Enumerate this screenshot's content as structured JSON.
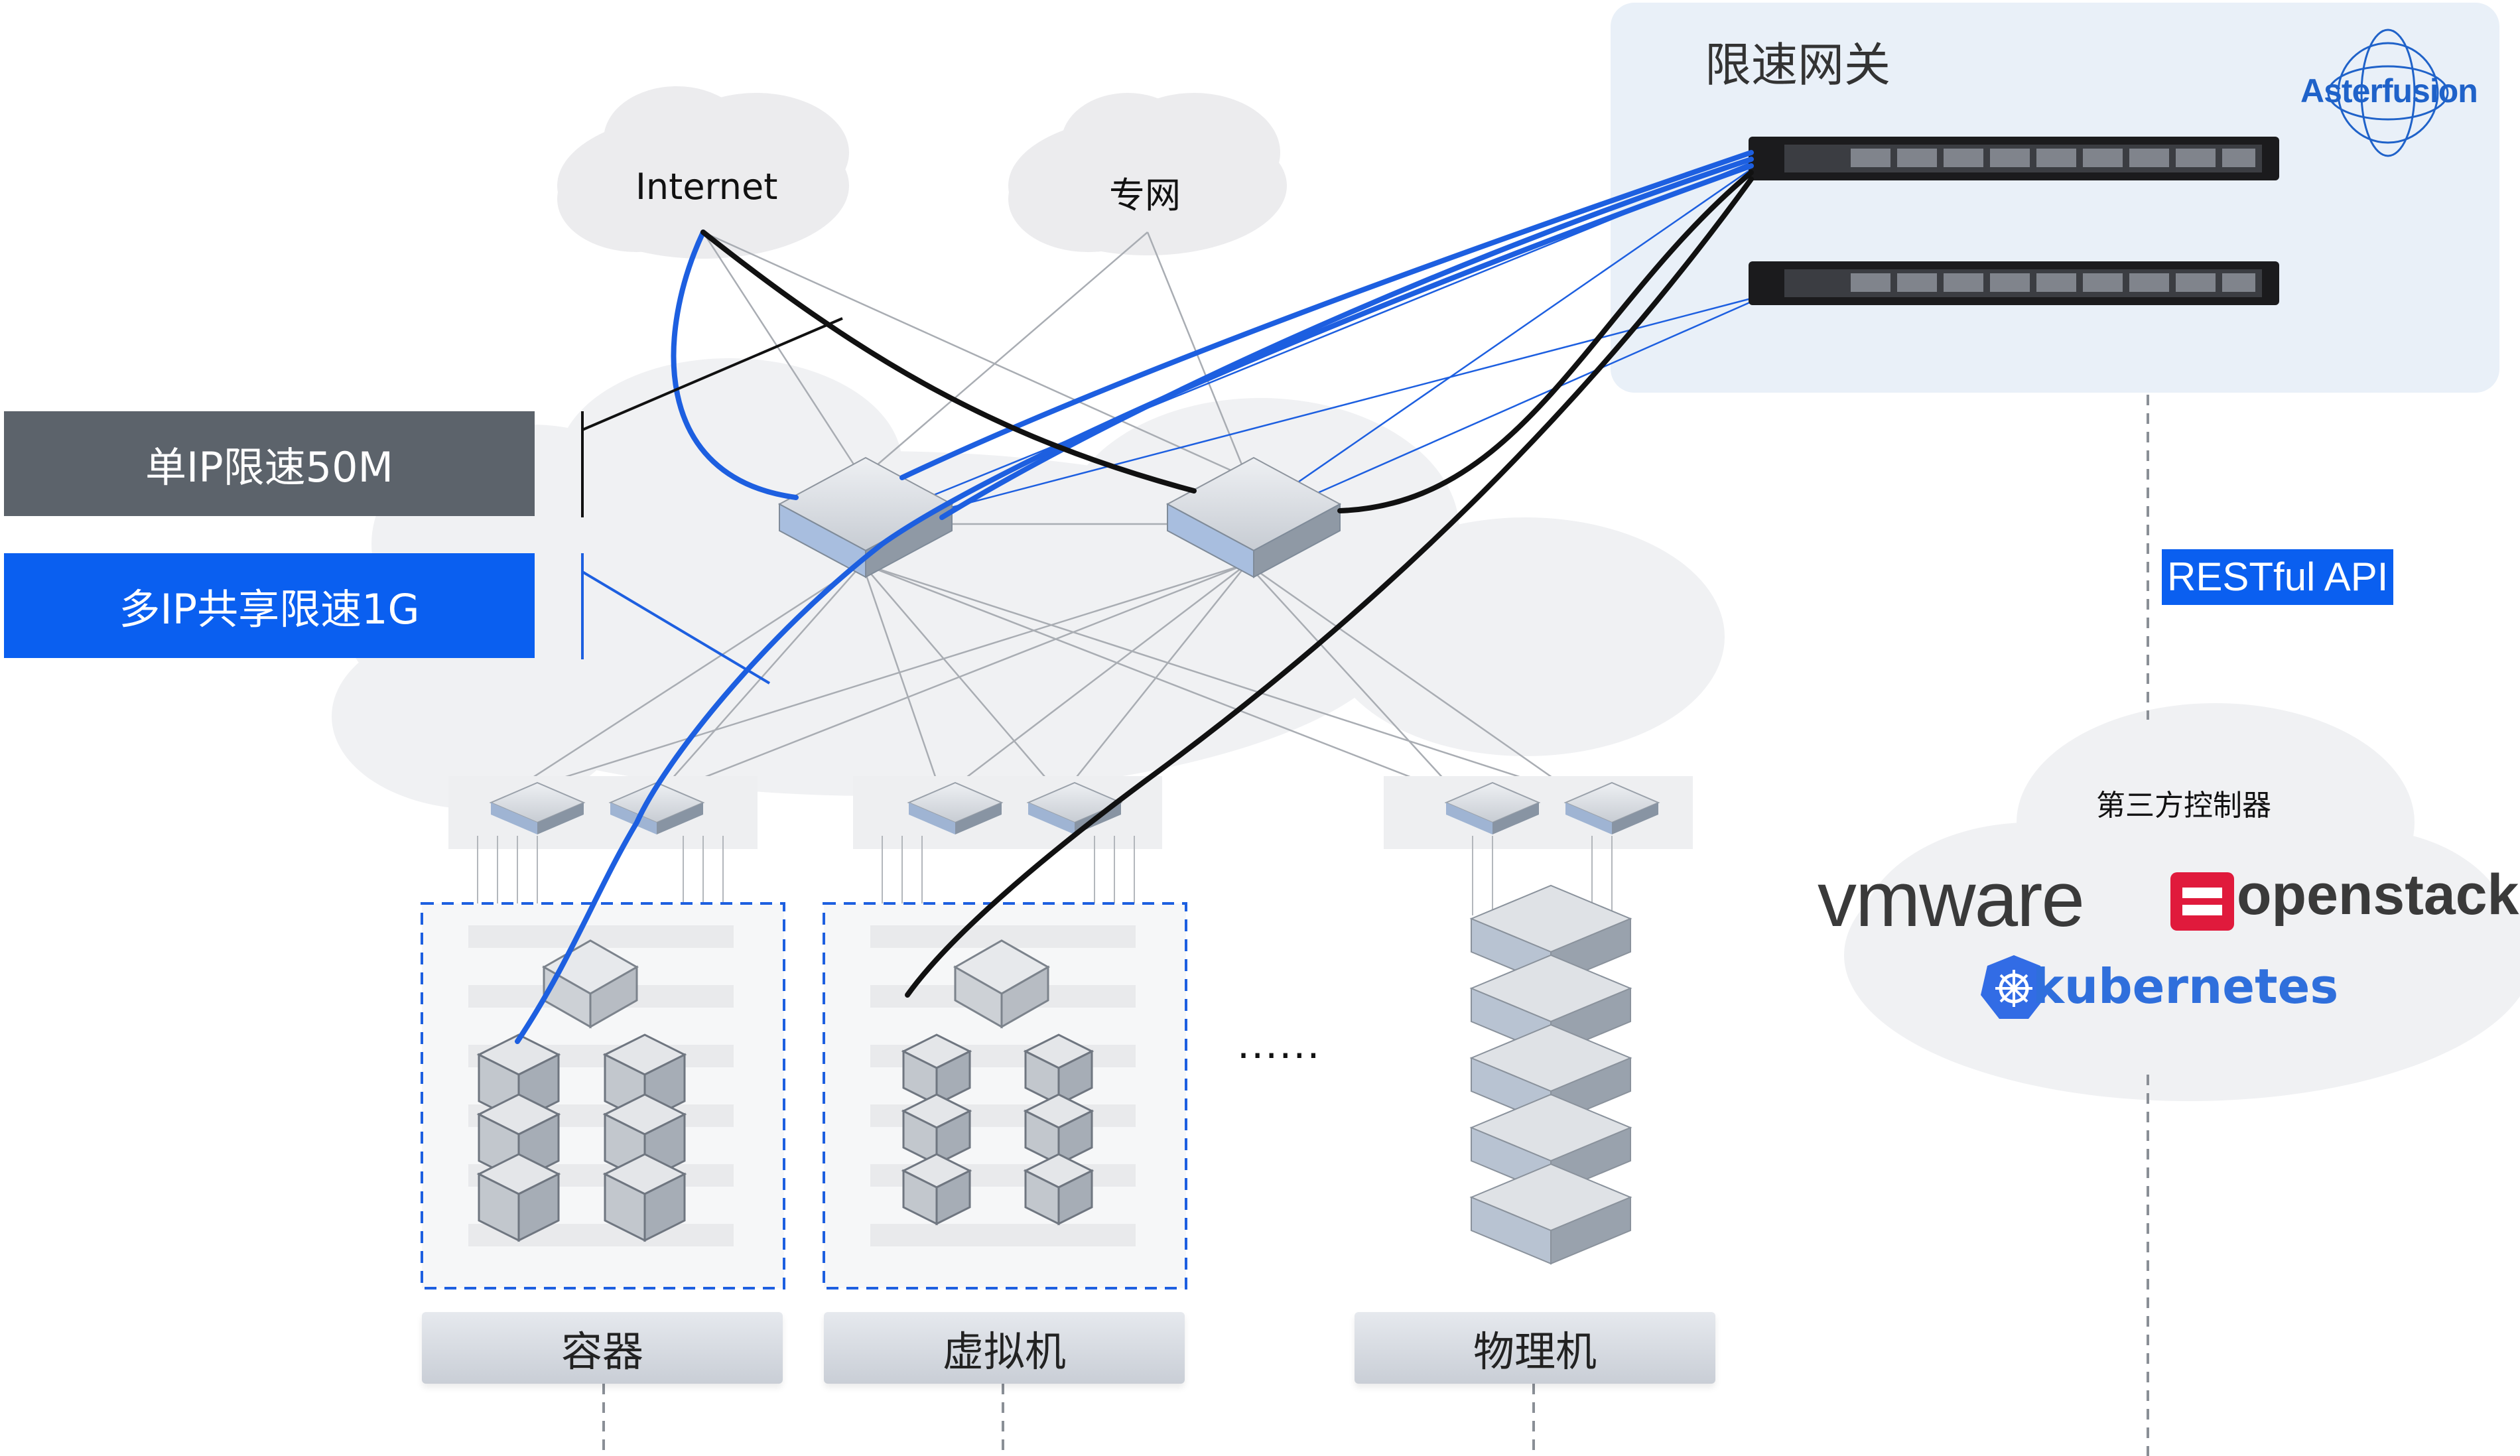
{
  "clouds": {
    "internet_label": "Internet",
    "private_net_label": "专网"
  },
  "gateway": {
    "title": "限速网关",
    "brand": "Asterfusion"
  },
  "policies": {
    "single_ip": "单IP限速50M",
    "multi_ip": "多IP共享限速1G"
  },
  "api_label": "RESTful API",
  "controllers": {
    "title": "第三方控制器",
    "vmware": "vmware",
    "openstack": "openstack.",
    "kubernetes": "kubernetes"
  },
  "workloads": {
    "container": "容器",
    "vm": "虚拟机",
    "physical": "物理机",
    "ellipsis": "......"
  },
  "colors": {
    "blue": "#0a5ff0",
    "gray_box": "#5c636b",
    "gateway_bg": "#e9f0f8"
  }
}
